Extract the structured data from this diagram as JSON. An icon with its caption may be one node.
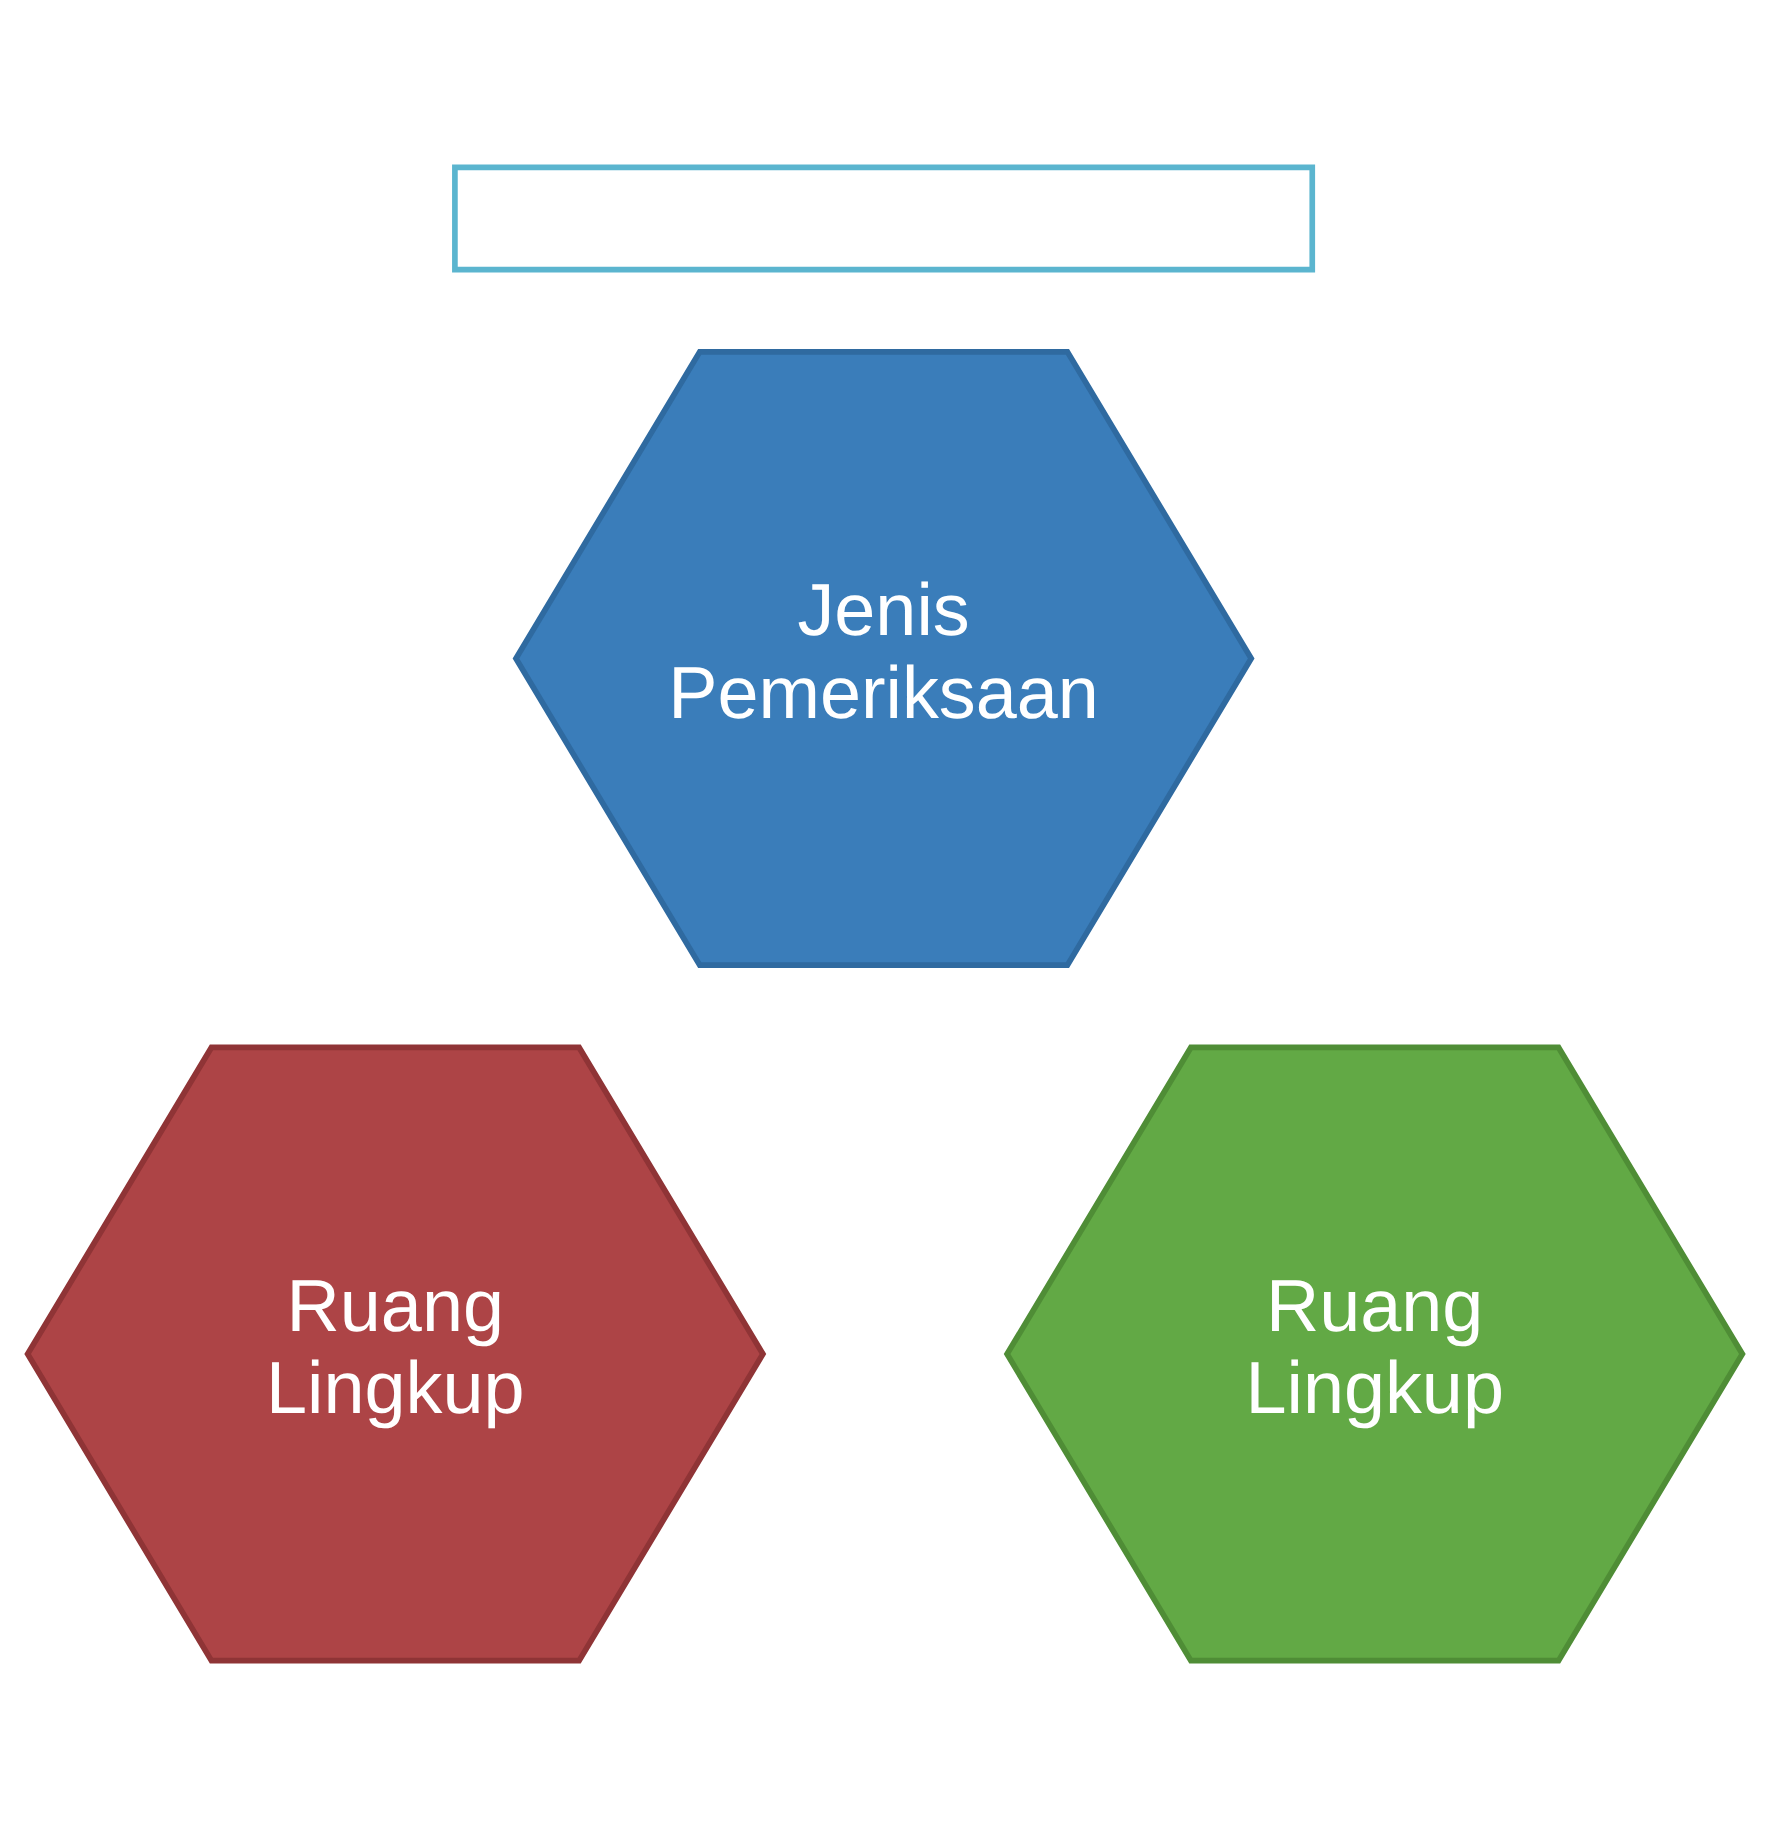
{
  "diagram": {
    "nodes": [
      {
        "text": [],
        "shape": "box"
      },
      {
        "text": [
          "Jenis Pemeriksaan"
        ]
      },
      {
        "text": [
          "Ruang Lingkup"
        ]
      },
      {
        "text": [
          "Ruang Lingkup"
        ]
      }
    ]
  }
}
